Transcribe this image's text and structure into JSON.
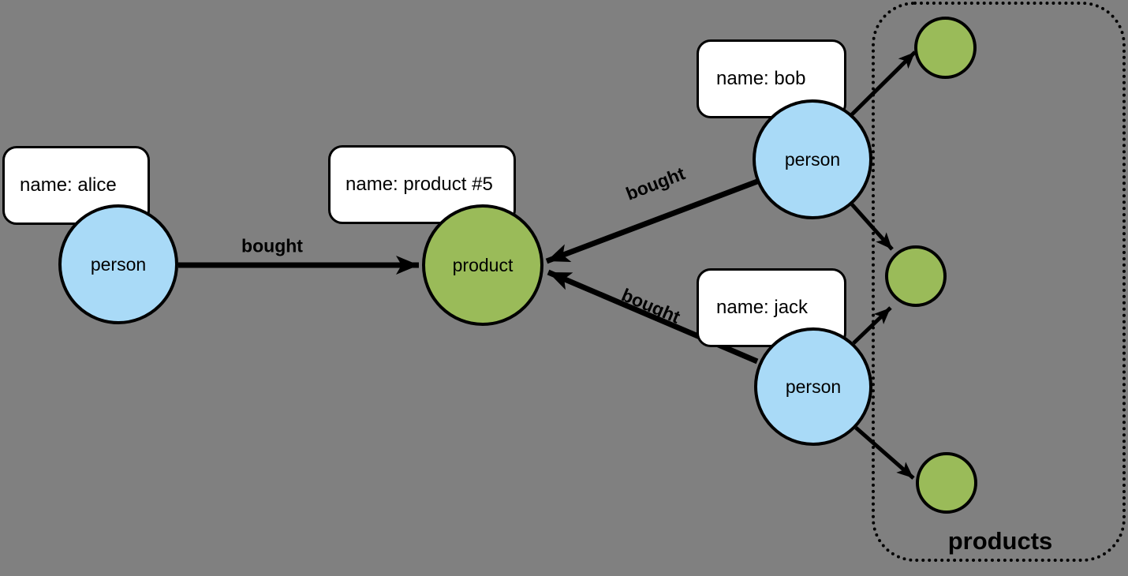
{
  "colors": {
    "background": "#808080",
    "person_node_fill": "#a9daf7",
    "product_node_fill": "#9abb59",
    "outline": "#000000",
    "property_box_fill": "#ffffff"
  },
  "nodes": {
    "alice": {
      "label": "person",
      "property": "name: alice"
    },
    "bob": {
      "label": "person",
      "property": "name: bob"
    },
    "jack": {
      "label": "person",
      "property": "name: jack"
    },
    "product": {
      "label": "product",
      "property": "name: product #5"
    }
  },
  "edges": {
    "alice_product": {
      "label": "bought"
    },
    "bob_product": {
      "label": "bought"
    },
    "jack_product": {
      "label": "bought"
    }
  },
  "group": {
    "label": "products"
  }
}
